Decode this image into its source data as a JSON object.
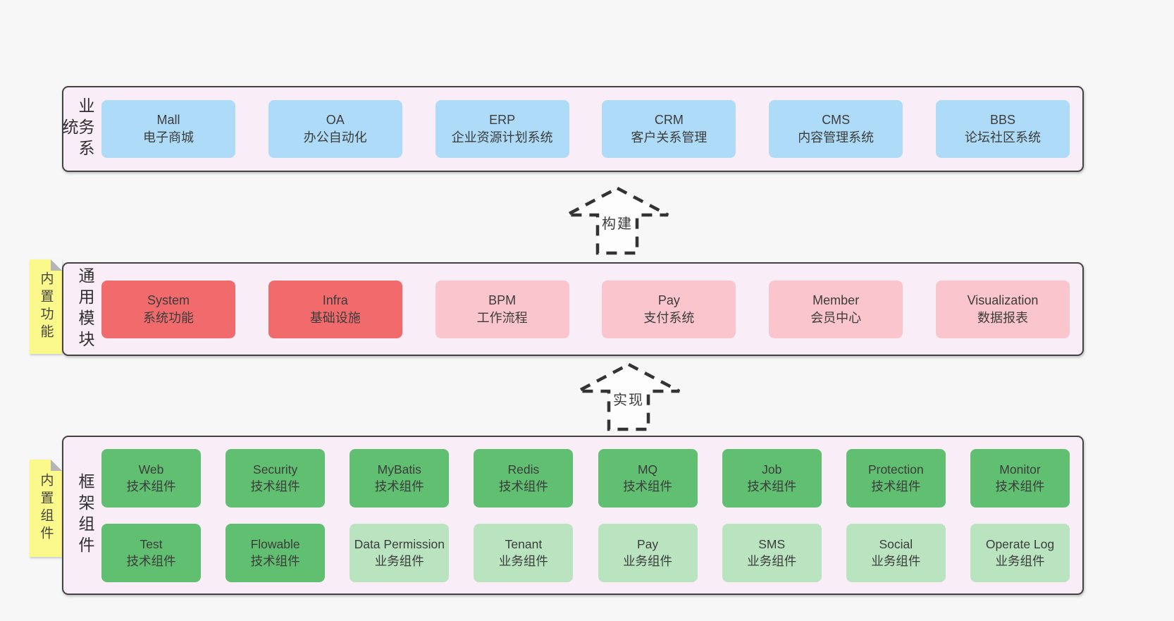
{
  "palette": {
    "page_background": "#f7f7f7",
    "section_background": "#f9edf7",
    "section_border": "#424242",
    "blue": "#aedcf8",
    "red": "#f16b6c",
    "pink": "#fac5cd",
    "green": "#60bf70",
    "lightgreen": "#bae4c0",
    "tab_yellow": "#fbf98c",
    "fold_gray": "#b5b5b5",
    "text": "#3c3c3c"
  },
  "arrows": {
    "build": "构建",
    "implement": "实现"
  },
  "sections": {
    "business": {
      "label": "业务系统",
      "boxes": [
        {
          "title": "Mall",
          "subtitle": "电子商城",
          "variant": "blue"
        },
        {
          "title": "OA",
          "subtitle": "办公自动化",
          "variant": "blue"
        },
        {
          "title": "ERP",
          "subtitle": "企业资源计划系统",
          "variant": "blue"
        },
        {
          "title": "CRM",
          "subtitle": "客户关系管理",
          "variant": "blue"
        },
        {
          "title": "CMS",
          "subtitle": "内容管理系统",
          "variant": "blue"
        },
        {
          "title": "BBS",
          "subtitle": "论坛社区系统",
          "variant": "blue"
        }
      ]
    },
    "modules": {
      "label": "通用模块",
      "tab": "内置功能",
      "boxes": [
        {
          "title": "System",
          "subtitle": "系统功能",
          "variant": "red"
        },
        {
          "title": "Infra",
          "subtitle": "基础设施",
          "variant": "red"
        },
        {
          "title": "BPM",
          "subtitle": "工作流程",
          "variant": "pink"
        },
        {
          "title": "Pay",
          "subtitle": "支付系统",
          "variant": "pink"
        },
        {
          "title": "Member",
          "subtitle": "会员中心",
          "variant": "pink"
        },
        {
          "title": "Visualization",
          "subtitle": "数据报表",
          "variant": "pink"
        }
      ]
    },
    "framework": {
      "label": "框架组件",
      "tab": "内置组件",
      "row1": [
        {
          "title": "Web",
          "subtitle": "技术组件",
          "variant": "green"
        },
        {
          "title": "Security",
          "subtitle": "技术组件",
          "variant": "green"
        },
        {
          "title": "MyBatis",
          "subtitle": "技术组件",
          "variant": "green"
        },
        {
          "title": "Redis",
          "subtitle": "技术组件",
          "variant": "green"
        },
        {
          "title": "MQ",
          "subtitle": "技术组件",
          "variant": "green"
        },
        {
          "title": "Job",
          "subtitle": "技术组件",
          "variant": "green"
        },
        {
          "title": "Protection",
          "subtitle": "技术组件",
          "variant": "green"
        },
        {
          "title": "Monitor",
          "subtitle": "技术组件",
          "variant": "green"
        }
      ],
      "row2": [
        {
          "title": "Test",
          "subtitle": "技术组件",
          "variant": "green"
        },
        {
          "title": "Flowable",
          "subtitle": "技术组件",
          "variant": "green"
        },
        {
          "title": "Data Permission",
          "subtitle": "业务组件",
          "variant": "lightgreen"
        },
        {
          "title": "Tenant",
          "subtitle": "业务组件",
          "variant": "lightgreen"
        },
        {
          "title": "Pay",
          "subtitle": "业务组件",
          "variant": "lightgreen"
        },
        {
          "title": "SMS",
          "subtitle": "业务组件",
          "variant": "lightgreen"
        },
        {
          "title": "Social",
          "subtitle": "业务组件",
          "variant": "lightgreen"
        },
        {
          "title": "Operate Log",
          "subtitle": "业务组件",
          "variant": "lightgreen"
        }
      ]
    }
  }
}
